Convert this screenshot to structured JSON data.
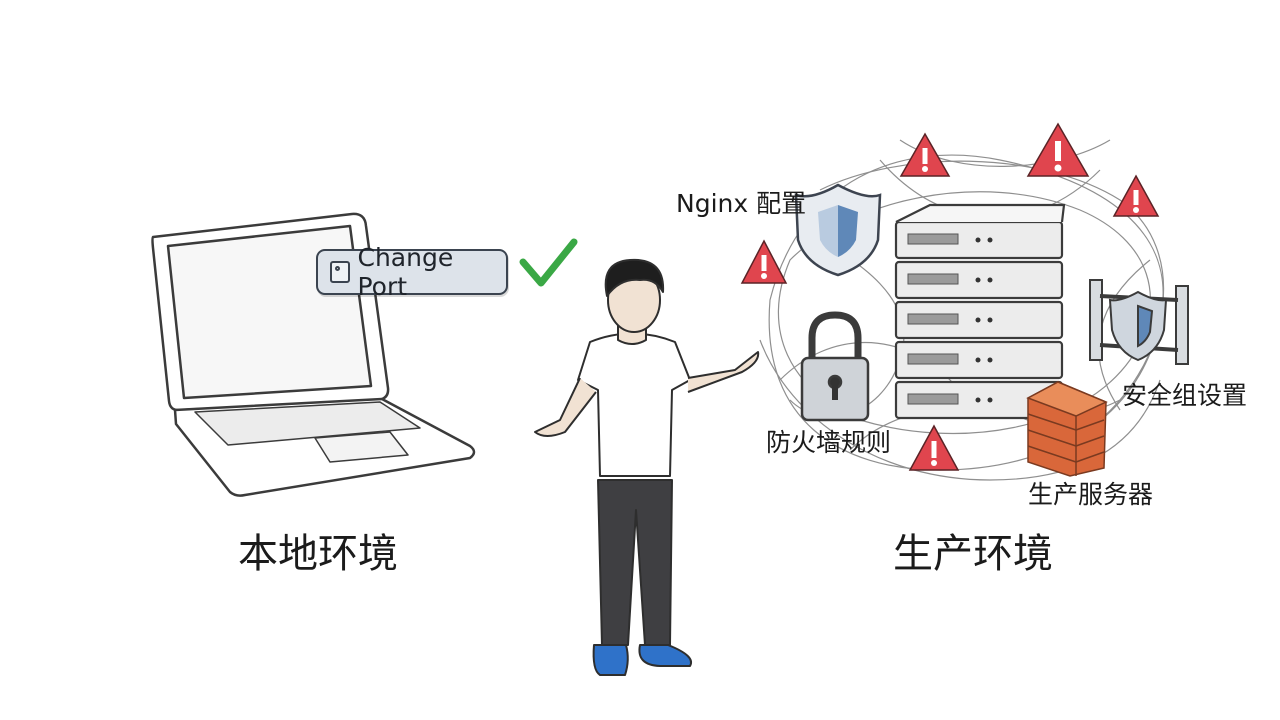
{
  "left_panel": {
    "title": "本地环境",
    "action_button": "Change Port",
    "status_icon": "check-icon"
  },
  "right_panel": {
    "title": "生产环境",
    "labels": {
      "nginx": "Nginx 配置",
      "security_group": "安全组设置",
      "firewall": "防火墙规则",
      "server": "生产服务器"
    },
    "icons": [
      "shield-icon",
      "lock-icon",
      "brick-wall-icon",
      "server-rack-icon",
      "warning-icon"
    ]
  },
  "colors": {
    "warning": "#e0454e",
    "check": "#3aa845",
    "shield_blue": "#5f88b8",
    "brick": "#d9673a",
    "shoe": "#2f72c9"
  }
}
